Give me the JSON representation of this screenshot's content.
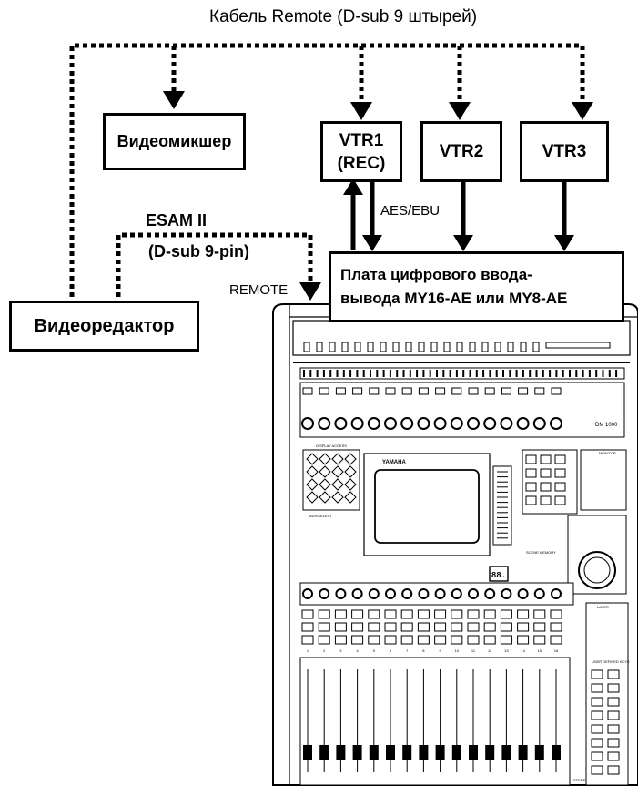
{
  "diagram": {
    "title_cable": "Кабель Remote (D-sub 9 штырей)",
    "nodes": {
      "video_mixer": "Видеомикшер",
      "vtr1_line1": "VTR1",
      "vtr1_line2": "(REC)",
      "vtr2": "VTR2",
      "vtr3": "VTR3",
      "video_editor": "Видеоредактор",
      "io_card_line1": "Плата цифрового ввода-",
      "io_card_line2": "вывода MY16-AE или MY8-AE"
    },
    "labels": {
      "esam_line1": "ESAM II",
      "esam_line2": "(D-sub 9-pin)",
      "remote": "REMOTE",
      "aes_ebu": "AES/EBU"
    },
    "console": {
      "brand": "YAMAHA",
      "model": "DM 1000",
      "display_access": "DISPLAY ACCESS",
      "aux_select": "AUX/SELECT",
      "monitor": "MONITOR",
      "scene_memory": "SCENE MEMORY",
      "layer": "LAYER",
      "user_defined_keys": "USER DEFINED KEYS",
      "stereo": "STEREO",
      "scene_display": "88.",
      "channel_numbers": [
        "1",
        "2",
        "3",
        "4",
        "5",
        "6",
        "7",
        "8",
        "9",
        "10",
        "11",
        "12",
        "13",
        "14",
        "15",
        "16"
      ]
    }
  }
}
